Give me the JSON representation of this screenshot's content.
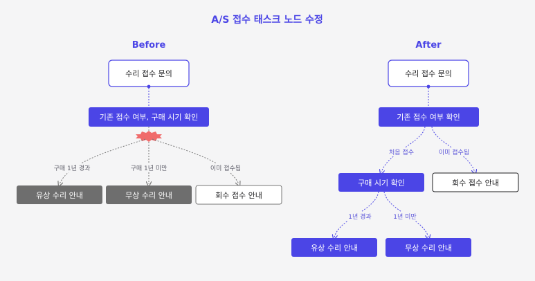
{
  "title": "A/S 접수 태스크 노드 수정",
  "before": {
    "heading": "Before",
    "root": "수리 접수 문의",
    "check": "기존 접수 여부, 구매 시기 확인",
    "edges": [
      "구매 1년 경과",
      "구매 1년 미만",
      "이미 접수됨"
    ],
    "leaves": [
      "유상 수리 안내",
      "무상 수리 안내",
      "회수 접수 안내"
    ]
  },
  "after": {
    "heading": "After",
    "root": "수리 접수 문의",
    "check": "기존 접수 여부 확인",
    "edges_top": [
      "처음 접수",
      "이미 접수됨"
    ],
    "mid": "구매 시기 확인",
    "mid_side": "회수 접수 안내",
    "edges_bottom": [
      "1년 경과",
      "1년 미만"
    ],
    "leaves": [
      "유상 수리 안내",
      "무상 수리 안내"
    ]
  },
  "colors": {
    "accent": "#4b45e6",
    "gray_box": "#6e6e6e",
    "error_marker": "#f06b6b",
    "bg": "#f5f5f6"
  }
}
